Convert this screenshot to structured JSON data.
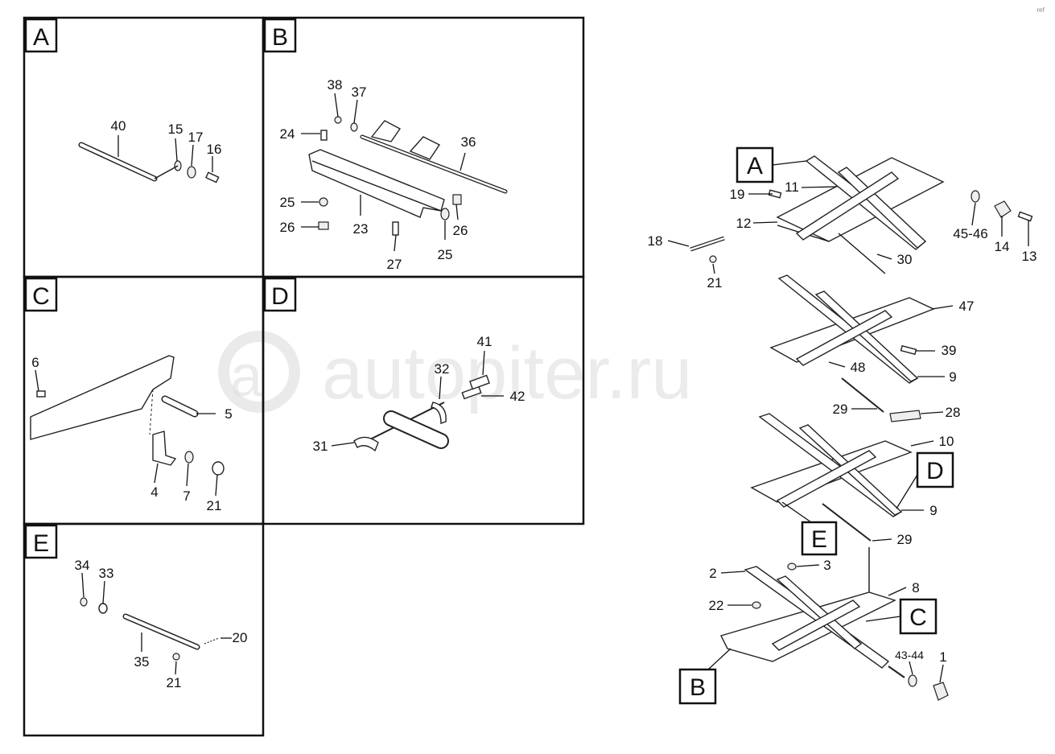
{
  "watermark": "autopiter.ru",
  "panels": {
    "A": {
      "tag": "A",
      "labels": [
        "40",
        "15",
        "17",
        "16"
      ]
    },
    "B": {
      "tag": "B",
      "labels": [
        "38",
        "37",
        "24",
        "36",
        "25",
        "26",
        "23",
        "26",
        "27",
        "25"
      ]
    },
    "C": {
      "tag": "C",
      "labels": [
        "6",
        "5",
        "4",
        "7",
        "21"
      ]
    },
    "D": {
      "tag": "D",
      "labels": [
        "41",
        "32",
        "42",
        "31"
      ]
    },
    "E": {
      "tag": "E",
      "labels": [
        "34",
        "33",
        "20",
        "35",
        "21"
      ]
    }
  },
  "assembly": {
    "tags": [
      "A",
      "D",
      "E",
      "C",
      "B"
    ],
    "labels": [
      "11",
      "19",
      "12",
      "18",
      "21",
      "30",
      "45-46",
      "14",
      "13",
      "47",
      "39",
      "48",
      "9",
      "29",
      "28",
      "10",
      "9",
      "29",
      "2",
      "3",
      "8",
      "22",
      "43-44",
      "1"
    ]
  },
  "corner_note": "ref"
}
